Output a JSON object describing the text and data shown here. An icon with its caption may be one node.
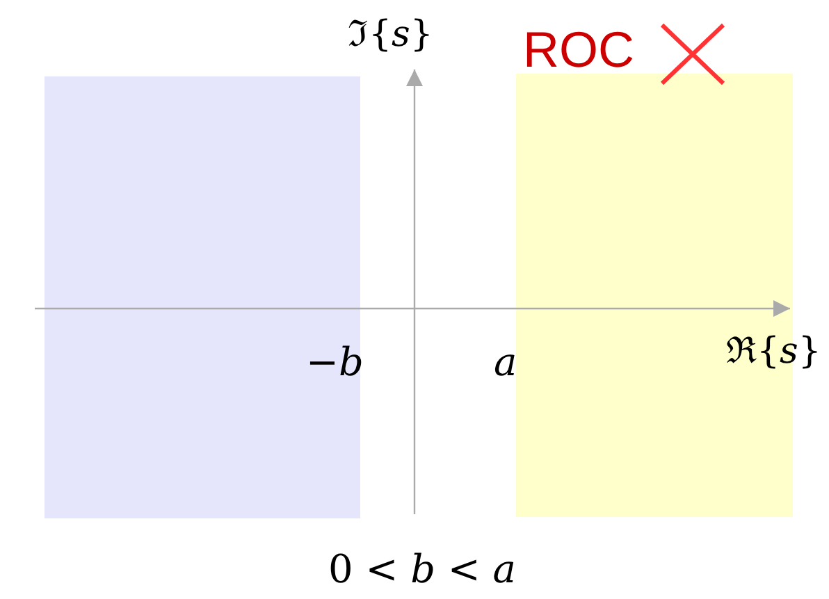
{
  "diagram": {
    "labels": [
      "ℑ{*s*}",
      "ROC",
      "−*b*",
      "*a*",
      "ℜ{*s*}",
      "0 < *b* < *a*"
    ]
  }
}
